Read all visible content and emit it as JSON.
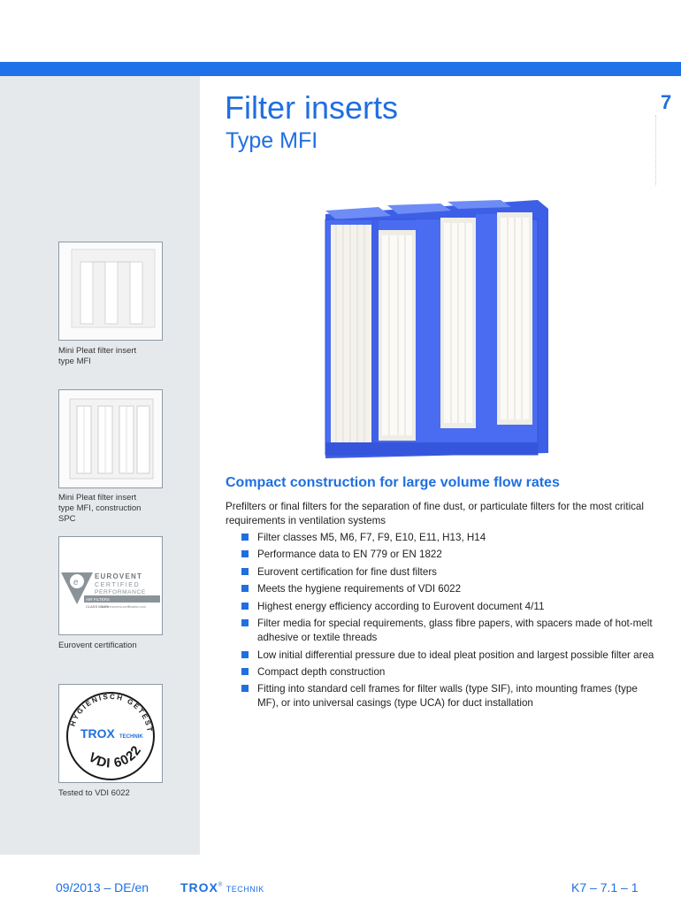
{
  "header": {
    "title": "Filter inserts",
    "subtitle": "Type MFI",
    "chapter": "7"
  },
  "sidebar": {
    "figures": [
      {
        "caption": "Mini Pleat filter insert\ntype MFI"
      },
      {
        "caption": "Mini Pleat filter insert\ntype MFI, construction\nSPC"
      },
      {
        "caption": "Eurovent certification",
        "logo_text": [
          "EUROVENT",
          "CERTIFIED",
          "PERFORMANCE",
          "AIR FILTERS",
          "CLASS M5-F9",
          "www.eurovent-certification.com"
        ]
      },
      {
        "caption": "Tested to VDI 6022",
        "seal_text": {
          "arc": "HYGIENISCH GETESTET",
          "brand": "TROX",
          "brand_suffix": "TECHNIK",
          "bottom": "VDI 6022"
        }
      }
    ]
  },
  "main": {
    "heading": "Compact construction for large volume flow rates",
    "intro": "Prefilters or final filters for the separation of fine dust, or particulate filters for the most critical requirements in ventilation systems",
    "bullets": [
      "Filter classes M5, M6, F7, F9, E10, E11, H13, H14",
      "Performance data to EN 779 or EN 1822",
      "Eurovent certification for fine dust filters",
      "Meets the hygiene requirements of VDI 6022",
      "Highest energy efficiency according to Eurovent document 4/11",
      "Filter media for special requirements, glass fibre papers, with spacers made of hot-melt adhesive or textile threads",
      "Low initial differential pressure due to ideal pleat position and largest possible filter area",
      "Compact depth construction",
      "Fitting into standard cell frames for filter walls (type SIF), into mounting frames (type MF), or into universal casings (type UCA) for duct installation"
    ]
  },
  "footer": {
    "date_lang": "09/2013 – DE/en",
    "logo_brand": "TROX",
    "logo_suffix": "TECHNIK",
    "page_ref": "K7 – 7.1 – 1"
  },
  "colors": {
    "accent": "#1f6fe0",
    "sidebar_bg": "#e6e9ec",
    "frame_blue": "#4a6cf0"
  }
}
